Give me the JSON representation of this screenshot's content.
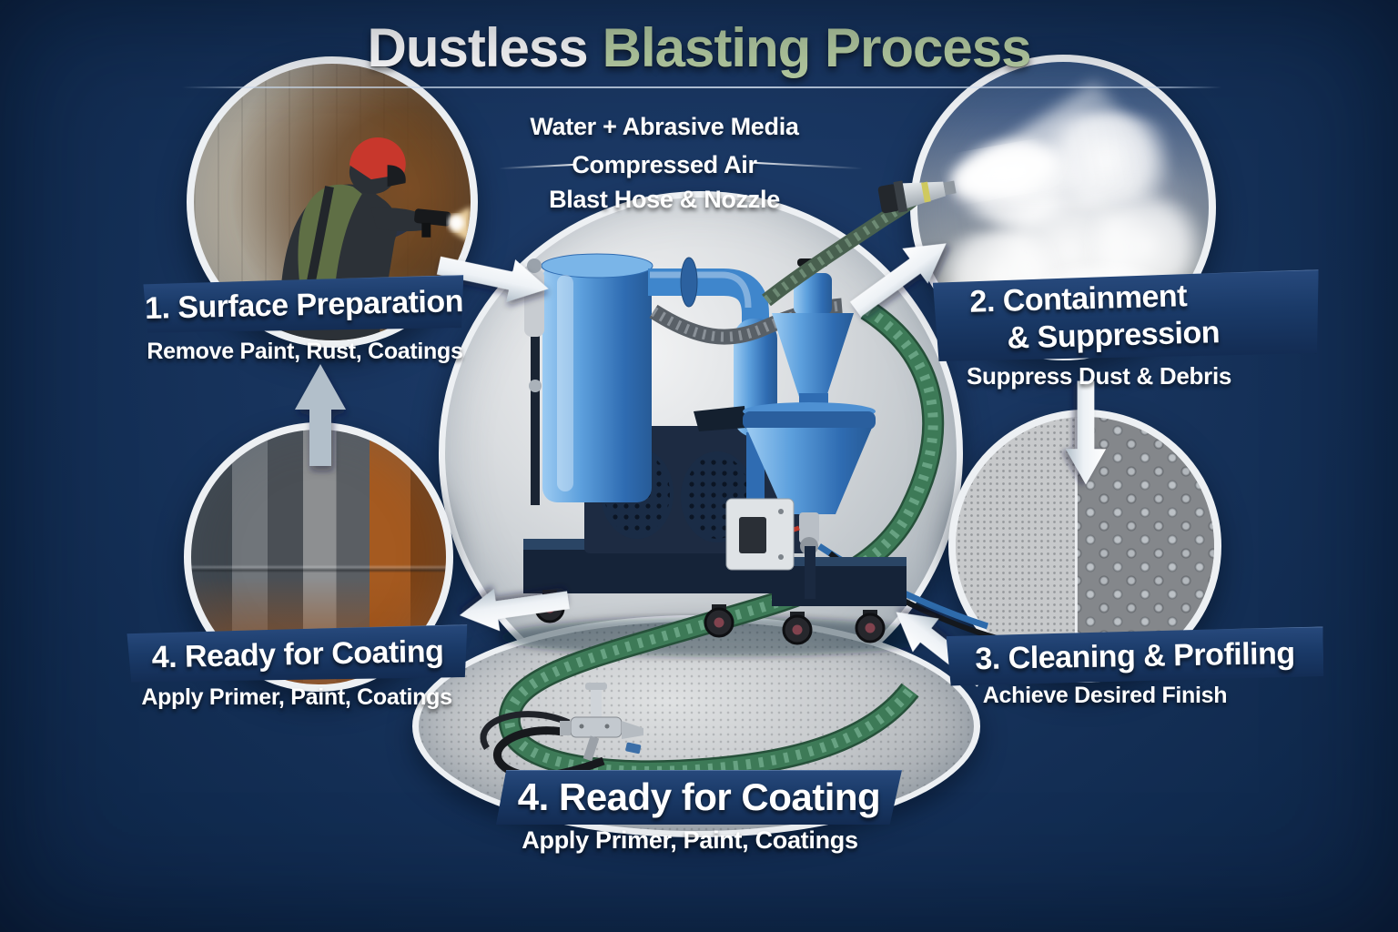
{
  "title": {
    "part1": "Dustless",
    "part2": "Blasting Process"
  },
  "machine_labels": {
    "top": "Water + Abrasive Media",
    "middle": "Compressed Air",
    "bottom": "Blast Hose & Nozzle"
  },
  "steps": {
    "step1": {
      "label": "1. Surface Preparation",
      "subtitle": "Remove Paint, Rust, Coatings"
    },
    "step2": {
      "label_line1": "2. Containment",
      "label_line2": "& Suppression",
      "subtitle": "Suppress Dust & Debris"
    },
    "step3": {
      "label": "3. Cleaning & Profiling",
      "subtitle": "Achieve Desired Finish"
    },
    "step4_left": {
      "label": "4. Ready for Coating",
      "subtitle": "Apply Primer, Paint, Coatings"
    },
    "step4_bottom": {
      "label": "4. Ready for Coating",
      "subtitle": "Apply Primer, Paint, Coatings"
    }
  },
  "photos": {
    "step1_photo": "worker-dustless-blasting",
    "step2_photo": "dust-cloud-suppression",
    "step3_photo": "cleaned-profiled-metal",
    "step4_photo": "rusty-metal-panels",
    "bottom_photo": "blast-hose-and-gun",
    "center_illustration": "dustless-blasting-machine"
  },
  "colors": {
    "background_navy": "#17335c",
    "banner_navy": "#1a3a68",
    "title_green": "#b8cfa3",
    "text_white": "#ffffff",
    "machine_blue": "#3f86cc",
    "hose_green": "#3d7a57",
    "arrow_silver": "#e9eef3"
  }
}
